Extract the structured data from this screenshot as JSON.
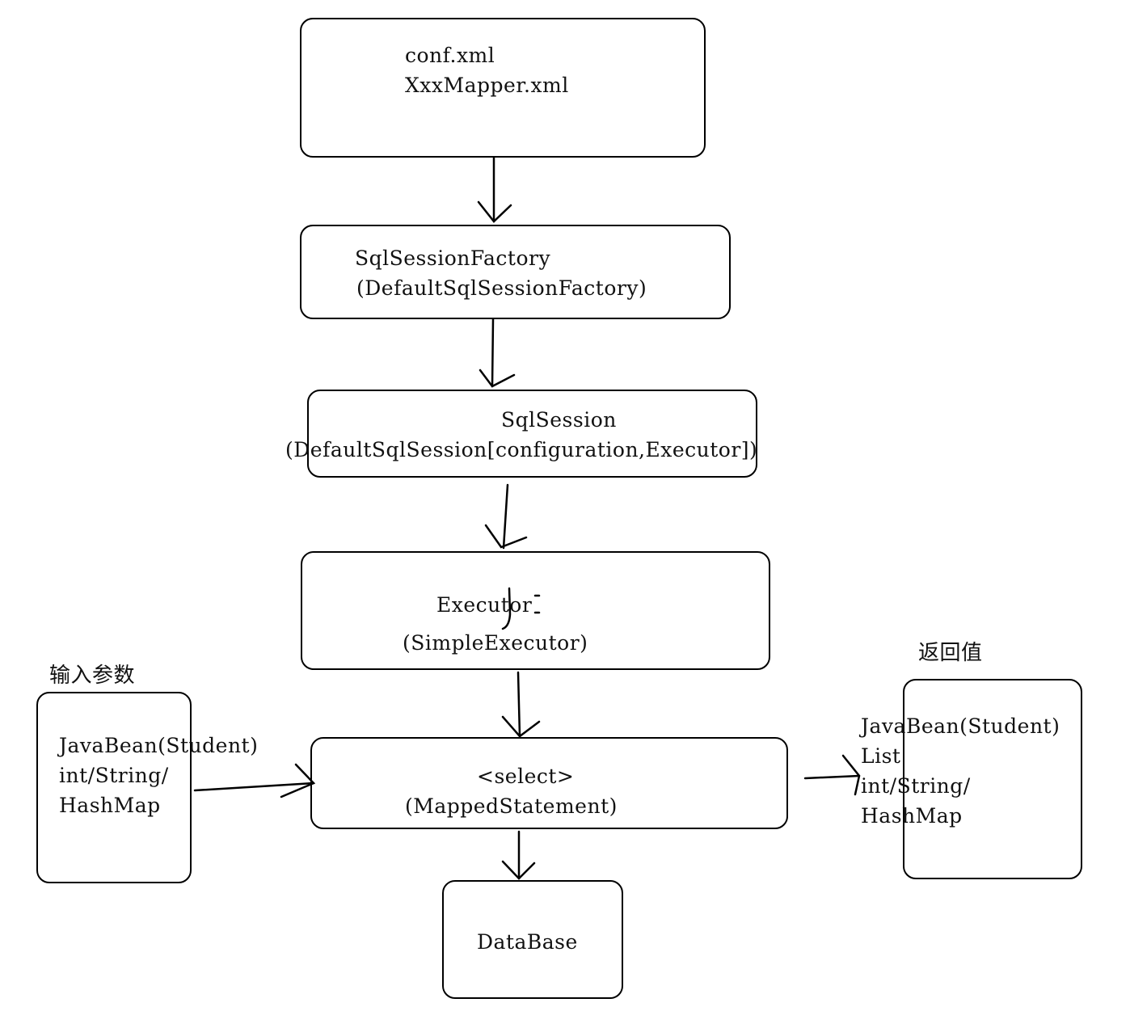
{
  "nodes": {
    "config": {
      "line1": "conf.xml",
      "line2": "XxxMapper.xml"
    },
    "factory": {
      "line1": "SqlSessionFactory",
      "line2": "(DefaultSqlSessionFactory)"
    },
    "session": {
      "line1": "SqlSession",
      "line2": "(DefaultSqlSession[configuration,Executor])"
    },
    "executor": {
      "line1": "Executor",
      "line2": "(SimpleExecutor)"
    },
    "statement": {
      "line1": "<select>",
      "line2": "(MappedStatement)"
    },
    "database": {
      "line1": "DataBase"
    },
    "input": {
      "heading": "输入参数",
      "line1": "JavaBean(Student)",
      "line2": "int/String/",
      "line3": "HashMap"
    },
    "output": {
      "heading": "返回值",
      "line1": "JavaBean(Student)",
      "line2": "List",
      "line3": "int/String/",
      "line4": "HashMap"
    }
  }
}
